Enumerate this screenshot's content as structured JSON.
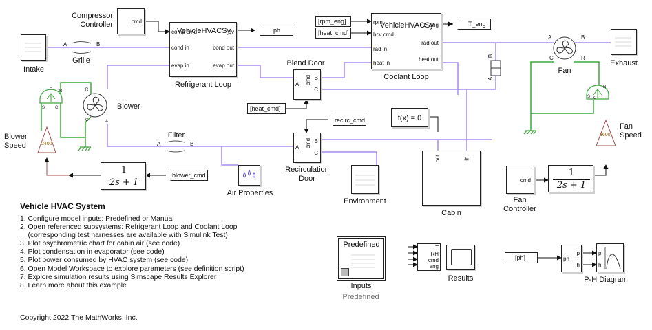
{
  "colors": {
    "thermal_liquid": "#a68cf0",
    "moist_air": "#9b7fe8",
    "mechanical": "#3aa83a",
    "signal": "#111111",
    "gain_signal": "#a34f4f"
  },
  "blocks": {
    "compressor_controller_label": "Compressor\nController",
    "compressor_controller_port": "cmd",
    "refrigerant_loop": {
      "label": "Refrigerant Loop",
      "header": "VehicleHVACSy",
      "ports_left": [
        "comp cmd",
        "cond in",
        "evap in"
      ],
      "ports_right": [
        "pv",
        "cond out",
        "evap out"
      ]
    },
    "ph_goto": "ph",
    "coolant_loop": {
      "label": "Coolant Loop",
      "header": "VehicleHVACSy",
      "ports_left": [
        "rpm",
        "hcv cmd",
        "rad in",
        "heat in"
      ],
      "ports_right": [
        "T_eng",
        "rad out",
        "heat out"
      ]
    },
    "from_rpm_eng": "[rpm_eng]",
    "from_heat_cmd_top": "[heat_cmd]",
    "goto_t_eng": "T_eng",
    "intake": "Intake",
    "grille": "Grille",
    "grille_ports": [
      "A",
      "B"
    ],
    "exhaust": "Exhaust",
    "fan": "Fan",
    "fan_ports": [
      "A",
      "B",
      "C",
      "R"
    ],
    "blower": "Blower",
    "blower_ports": [
      "R",
      "R",
      "C",
      "A"
    ],
    "blend_door": "Blend Door",
    "blend_door_ports": [
      "A",
      "B",
      "C",
      "cmd"
    ],
    "from_heat_cmd": "[heat_cmd]",
    "recirc_goto": "recirc_cmd",
    "recirc_door": "Recirculation\nDoor",
    "recirc_ports": [
      "A",
      "B",
      "C",
      "cmd"
    ],
    "filter": "Filter",
    "filter_ports": [
      "A",
      "B"
    ],
    "air_properties": "Air Properties",
    "environment": "Environment",
    "solver": "f(x) = 0",
    "cabin": "Cabin",
    "cabin_ports": [
      "out",
      "in"
    ],
    "blower_speed": "Blower\nSpeed",
    "blower_speed_value": "2400",
    "fan_speed": "Fan\nSpeed",
    "fan_speed_value": "3600",
    "source_ports": [
      "S",
      "C",
      "R",
      "S",
      "C",
      "R"
    ],
    "transfer_numerator": "1",
    "transfer_denominator": "2s + 1",
    "from_blower_cmd": "blower_cmd",
    "fan_controller": "Fan\nController",
    "fan_controller_port": "cmd",
    "sensor_ports": [
      "B",
      "A"
    ],
    "inputs": "Inputs",
    "inputs_header": "Predefined",
    "inputs_variant": "Predefined",
    "results": "Results",
    "scope_inputs": [
      "T",
      "RH",
      "cmd",
      "eng"
    ],
    "ph_from": "[ph]",
    "ph_block_ports": [
      "ph",
      "p",
      "h"
    ],
    "ph_diagram_ports": [
      "p",
      "h"
    ],
    "ph_diagram": "P-H Diagram"
  },
  "description": {
    "title": "Vehicle HVAC System",
    "items": [
      "1. Configure model inputs: Predefined or Manual",
      "2. Open referenced subsystems: Refrigerant Loop and Coolant Loop",
      "    (corresponding test harnesses are available with Simulink Test)",
      "3. Plot psychrometric chart for cabin air (see code)",
      "4. Plot condensation in evaporator (see code)",
      "5. Plot power consumed by HVAC system (see code)",
      "6. Open Model Workspace to explore parameters (see definition script)",
      "7. Explore simulation results using Simscape Results Explorer",
      "8. Learn more about this example"
    ],
    "copyright": "Copyright 2022 The MathWorks, Inc."
  }
}
